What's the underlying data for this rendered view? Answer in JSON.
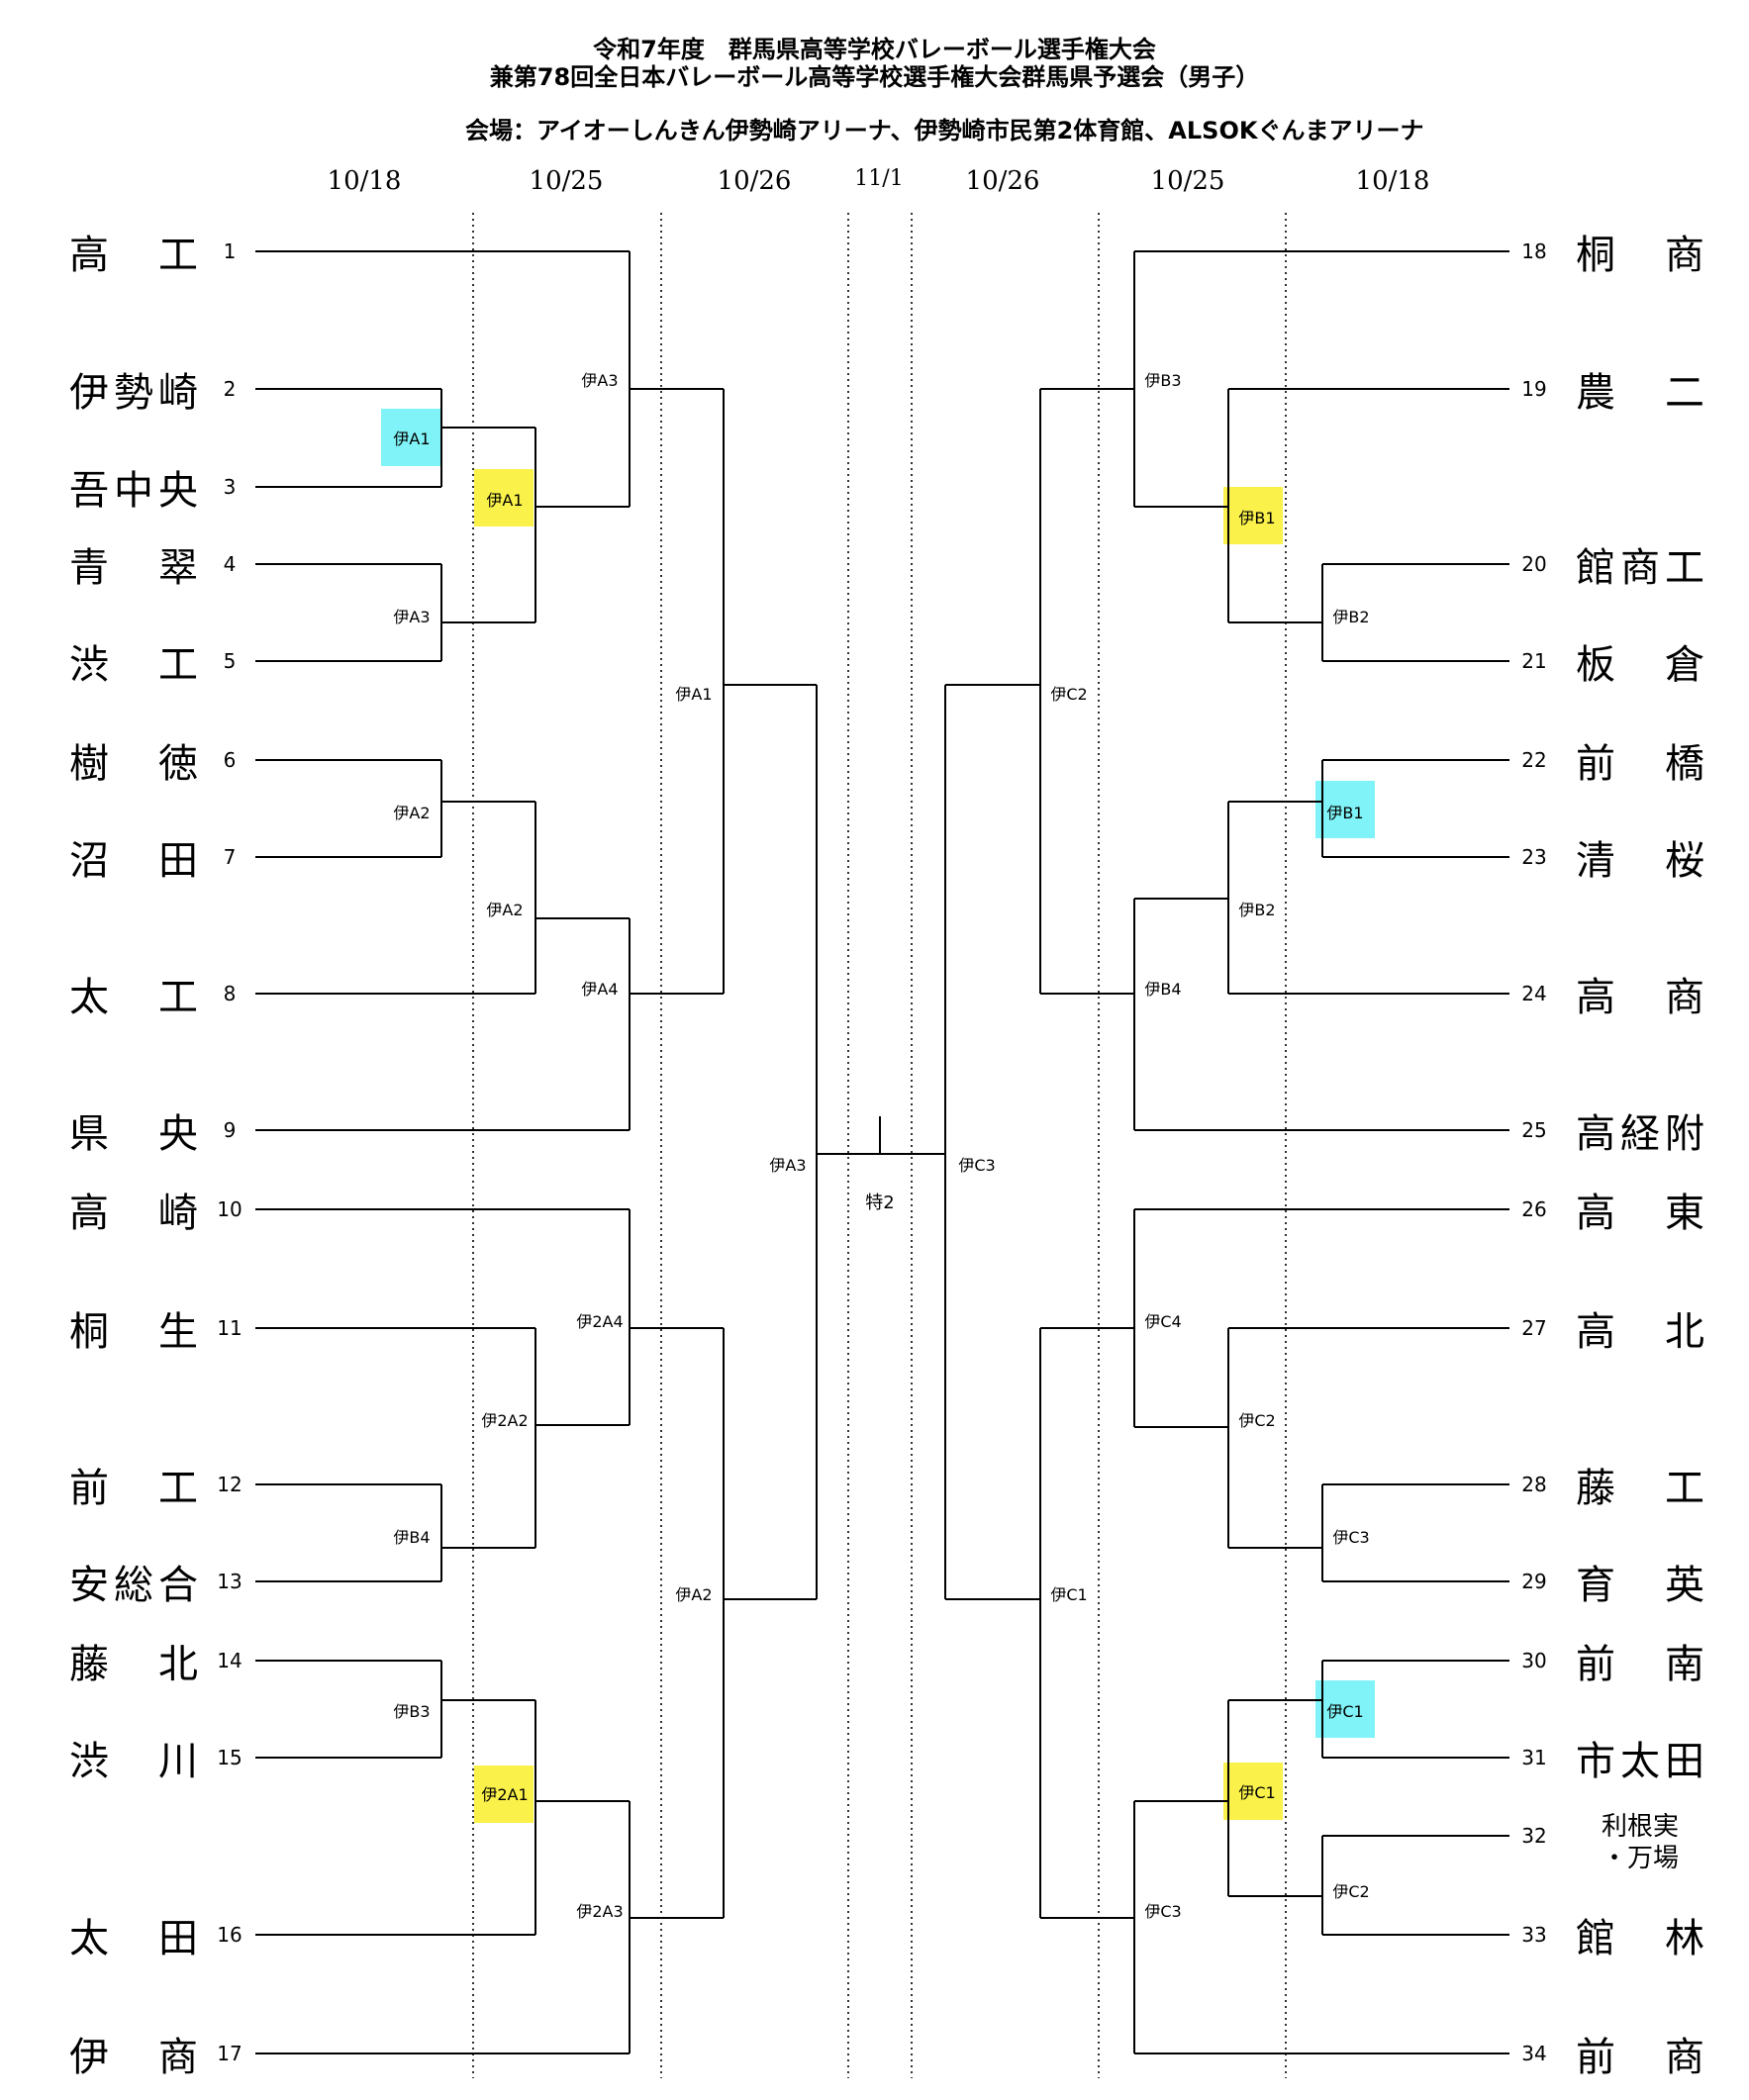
{
  "header": {
    "title_line1": "令和7年度　群馬県高等学校バレーボール選手権大会",
    "title_line2": "兼第78回全日本バレーボール高等学校選手権大会群馬県予選会（男子）",
    "venue": "会場：アイオーしんきん伊勢崎アリーナ、伊勢崎市民第2体育館、ALSOKぐんまアリーナ"
  },
  "dates": [
    "10/18",
    "10/25",
    "10/26",
    "11/1",
    "10/26",
    "10/25",
    "10/18"
  ],
  "left_teams": [
    {
      "name": "高工",
      "seed": "1"
    },
    {
      "name": "伊勢崎",
      "seed": "2"
    },
    {
      "name": "吾中央",
      "seed": "3"
    },
    {
      "name": "青翠",
      "seed": "4"
    },
    {
      "name": "渋工",
      "seed": "5"
    },
    {
      "name": "樹徳",
      "seed": "6"
    },
    {
      "name": "沼田",
      "seed": "7"
    },
    {
      "name": "太工",
      "seed": "8"
    },
    {
      "name": "県央",
      "seed": "9"
    },
    {
      "name": "高崎",
      "seed": "10"
    },
    {
      "name": "桐生",
      "seed": "11"
    },
    {
      "name": "前工",
      "seed": "12"
    },
    {
      "name": "安総合",
      "seed": "13"
    },
    {
      "name": "藤北",
      "seed": "14"
    },
    {
      "name": "渋川",
      "seed": "15"
    },
    {
      "name": "太田",
      "seed": "16"
    },
    {
      "name": "伊商",
      "seed": "17"
    }
  ],
  "right_teams": [
    {
      "name": "桐商",
      "seed": "18"
    },
    {
      "name": "農二",
      "seed": "19"
    },
    {
      "name": "館商工",
      "seed": "20"
    },
    {
      "name": "板倉",
      "seed": "21"
    },
    {
      "name": "前橋",
      "seed": "22"
    },
    {
      "name": "清桜",
      "seed": "23"
    },
    {
      "name": "高商",
      "seed": "24"
    },
    {
      "name": "高経附",
      "seed": "25"
    },
    {
      "name": "高東",
      "seed": "26"
    },
    {
      "name": "高北",
      "seed": "27"
    },
    {
      "name": "藤工",
      "seed": "28"
    },
    {
      "name": "育英",
      "seed": "29"
    },
    {
      "name": "前南",
      "seed": "30"
    },
    {
      "name": "市太田",
      "seed": "31"
    },
    {
      "name": "利根実・万場",
      "seed": "32",
      "line1": "利根実",
      "line2": "・万場"
    },
    {
      "name": "館林",
      "seed": "33"
    },
    {
      "name": "前商",
      "seed": "34"
    }
  ],
  "match_labels": {
    "l_r1_a": "伊A1",
    "l_r1_b": "伊A3",
    "l_r1_c": "伊A2",
    "l_r1_d": "伊B4",
    "l_r1_e": "伊B3",
    "l_r2_a": "伊A1",
    "l_r2_b": "伊A2",
    "l_r2_c": "伊2A2",
    "l_r2_d": "伊2A1",
    "l_r3_a": "伊A3",
    "l_r3_b": "伊A4",
    "l_r3_c": "伊2A4",
    "l_r3_d": "伊2A3",
    "l_r4_a": "伊A1",
    "l_r4_b": "伊A2",
    "l_semi": "伊A3",
    "final": "特2",
    "r_semi": "伊C3",
    "r_r4_a": "伊C2",
    "r_r4_b": "伊C1",
    "r_r3_a": "伊B3",
    "r_r3_b": "伊B4",
    "r_r3_c": "伊C4",
    "r_r3_d": "伊C3",
    "r_r2_a": "伊B1",
    "r_r2_b": "伊B2",
    "r_r2_c": "伊C2",
    "r_r2_d": "伊C1",
    "r_r1_a": "伊B2",
    "r_r1_b": "伊B1",
    "r_r1_c": "伊C3",
    "r_r1_d": "伊C1",
    "r_r1_e": "伊C2"
  }
}
